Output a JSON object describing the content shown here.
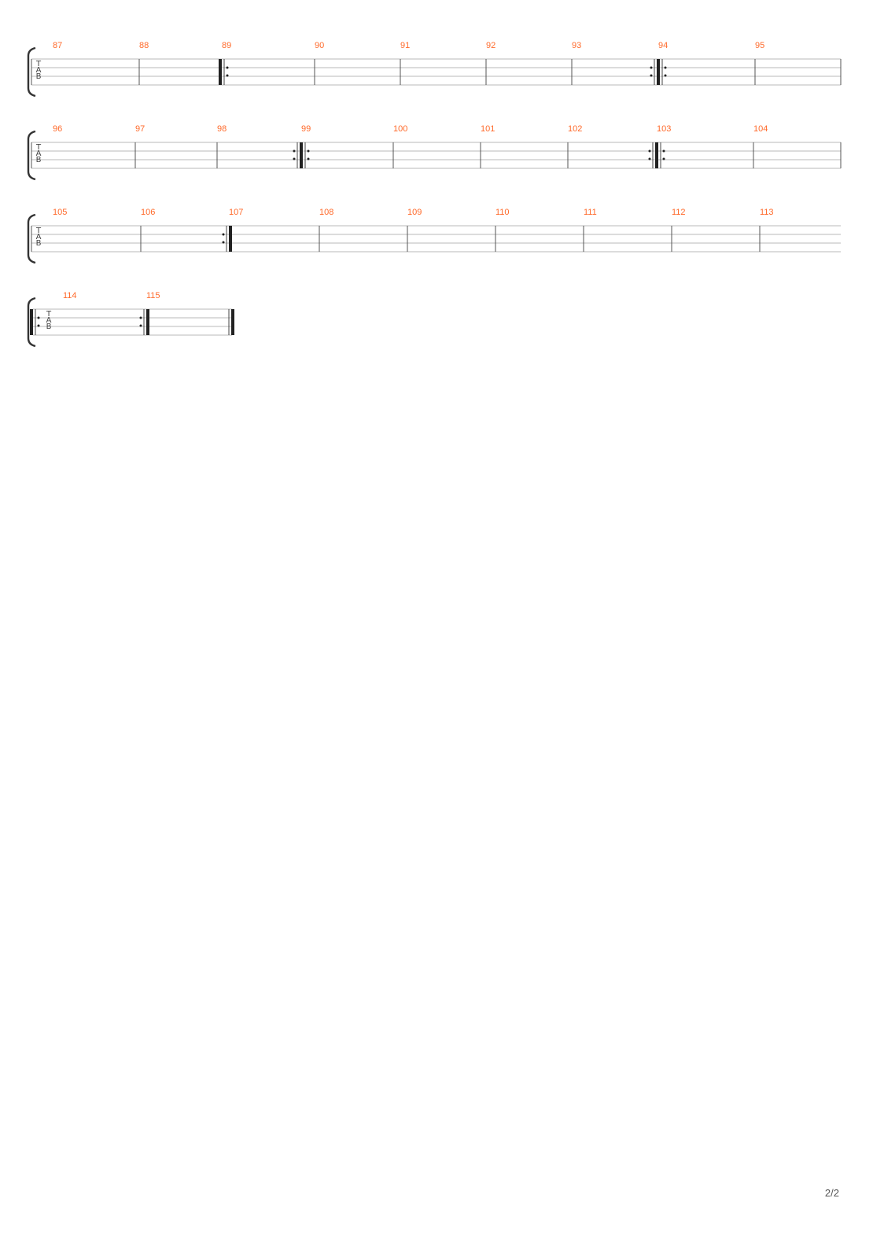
{
  "page": {
    "page_label": "2/2"
  },
  "tab_clef": [
    "T",
    "A",
    "B"
  ],
  "colors": {
    "measure_number": "#ff6a2b",
    "staff_line": "#b8b8b8",
    "barline": "#555555",
    "bracket": "#333333"
  },
  "systems": [
    {
      "measures": [
        "87",
        "88",
        "89",
        "90",
        "91",
        "92",
        "93",
        "94",
        "95"
      ],
      "repeats": [
        {
          "between": 2,
          "kind": "start"
        },
        {
          "between": 7,
          "kind": "end-start"
        }
      ],
      "ends_open": false
    },
    {
      "measures": [
        "96",
        "97",
        "98",
        "99",
        "100",
        "101",
        "102",
        "103",
        "104"
      ],
      "repeats": [
        {
          "between": 3,
          "kind": "end-start"
        },
        {
          "between": 7,
          "kind": "end-start"
        }
      ],
      "ends_open": false
    },
    {
      "measures": [
        "105",
        "106",
        "107",
        "108",
        "109",
        "110",
        "111",
        "112",
        "113"
      ],
      "repeats": [
        {
          "between": 2,
          "kind": "end"
        }
      ],
      "ends_open": true
    },
    {
      "measures": [
        "114",
        "115"
      ],
      "repeats": [
        {
          "between": 0,
          "kind": "start"
        },
        {
          "between": 1,
          "kind": "end"
        },
        {
          "between": 2,
          "kind": "final"
        }
      ],
      "ends_open": false
    }
  ]
}
